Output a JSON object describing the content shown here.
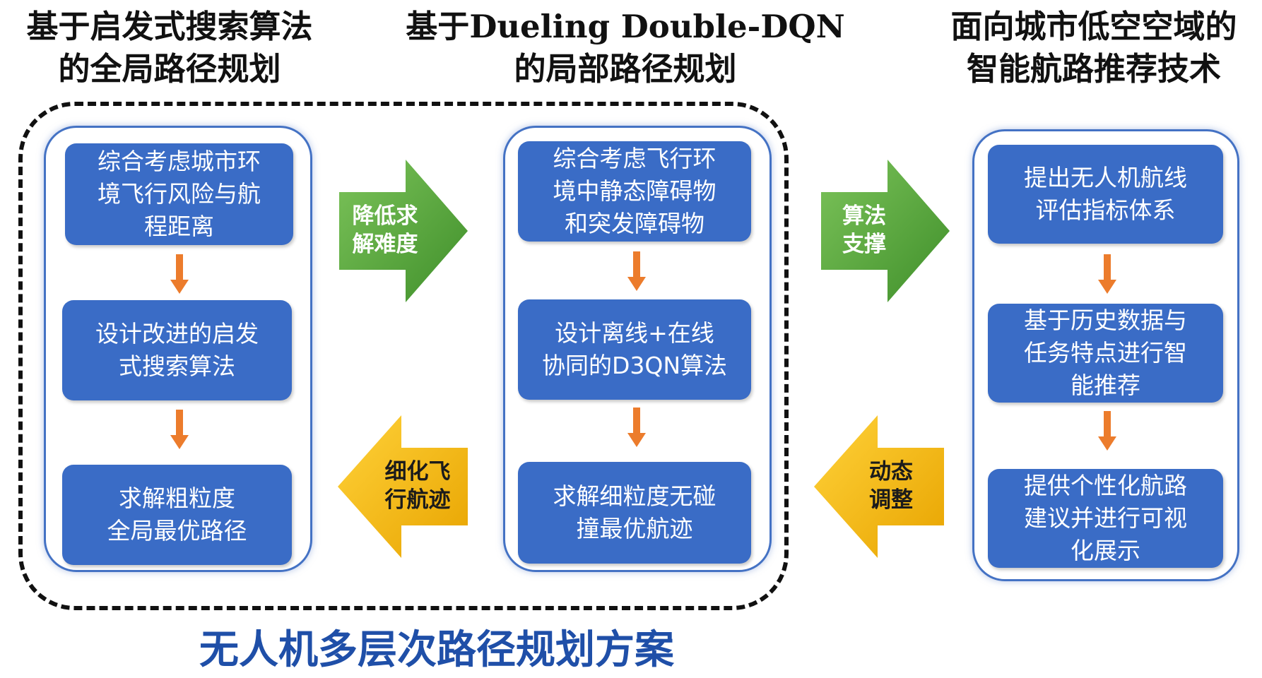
{
  "headings": {
    "left": [
      "基于启发式搜索算法",
      "的全局路径规划"
    ],
    "middle": {
      "prefix": "基于",
      "latin": "Dueling Double-DQN",
      "line2": "的局部路径规划"
    },
    "right": [
      "面向城市低空空域的",
      "智能航路推荐技术"
    ]
  },
  "columns": {
    "left": {
      "boxes": [
        [
          "综合考虑城市环",
          "境飞行风险与航",
          "程距离"
        ],
        [
          "设计改进的启发",
          "式搜索算法"
        ],
        [
          "求解粗粒度",
          "全局最优路径"
        ]
      ]
    },
    "middle": {
      "boxes": [
        [
          "综合考虑飞行环",
          "境中静态障碍物",
          "和突发障碍物"
        ],
        [
          "设计离线+在线",
          "协同的D3QN算法"
        ],
        [
          "求解细粒度无碰",
          "撞最优航迹"
        ]
      ]
    },
    "right": {
      "boxes": [
        [
          "提出无人机航线",
          "评估指标体系"
        ],
        [
          "基于历史数据与",
          "任务特点进行智",
          "能推荐"
        ],
        [
          "提供个性化航路",
          "建议并进行可视",
          "化展示"
        ]
      ]
    }
  },
  "arrows": {
    "green_1": [
      "降低求",
      "解难度"
    ],
    "green_2": [
      "算法",
      "支撑"
    ],
    "yellow_1": [
      "细化飞",
      "行航迹"
    ],
    "yellow_2": [
      "动态",
      "调整"
    ]
  },
  "footer": "无人机多层次路径规划方案",
  "colors": {
    "box_blue": "#3a6cc6",
    "panel_border": "#4472c4",
    "down_arrow_orange": "#ec7c2c",
    "green_arrow": "#5aa83a",
    "yellow_arrow": "#f5b800",
    "footer_text": "#1f4fa8"
  }
}
